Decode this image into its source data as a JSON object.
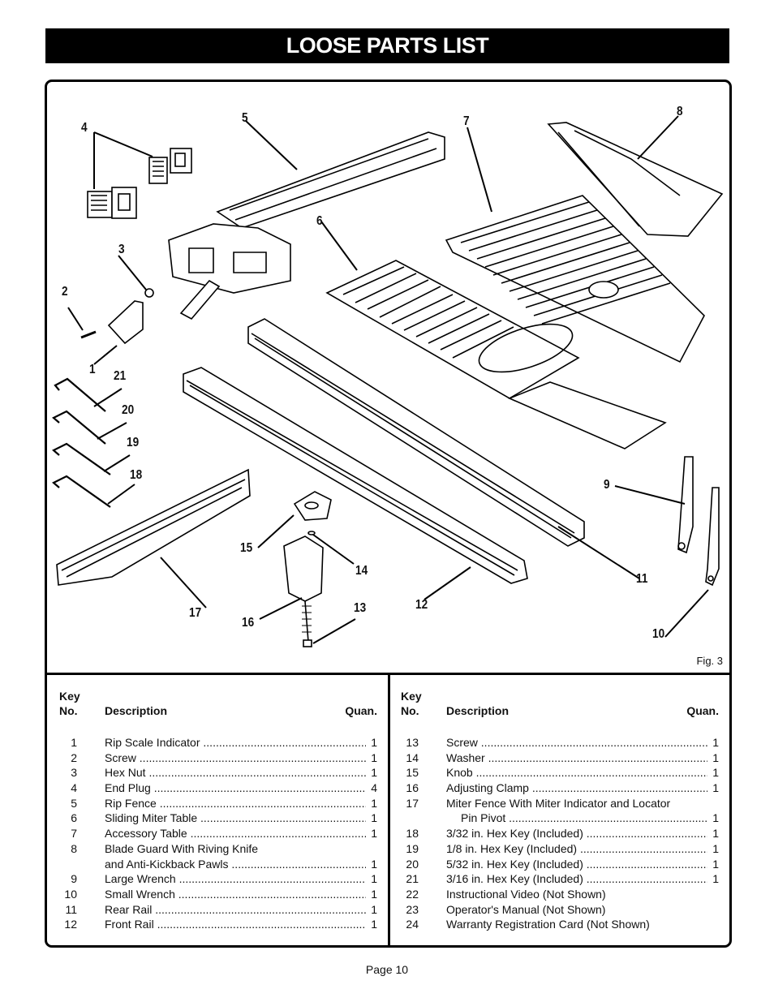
{
  "title": "LOOSE PARTS LIST",
  "figure_caption": "Fig. 3",
  "callouts": {
    "c1": "1",
    "c2": "2",
    "c3": "3",
    "c4": "4",
    "c5": "5",
    "c6": "6",
    "c7": "7",
    "c8": "8",
    "c9": "9",
    "c10": "10",
    "c11": "11",
    "c12": "12",
    "c13": "13",
    "c14": "14",
    "c15": "15",
    "c16": "16",
    "c17": "17",
    "c18": "18",
    "c19": "19",
    "c20": "20",
    "c21": "21"
  },
  "table_headers": {
    "key_line1": "Key",
    "key_line2": "No.",
    "description": "Description",
    "quantity": "Quan."
  },
  "left_rows": [
    {
      "key": "1",
      "desc": "Rip Scale Indicator",
      "qty": "1"
    },
    {
      "key": "2",
      "desc": "Screw",
      "qty": "1"
    },
    {
      "key": "3",
      "desc": "Hex Nut",
      "qty": "1"
    },
    {
      "key": "4",
      "desc": "End Plug",
      "qty": "4"
    },
    {
      "key": "5",
      "desc": "Rip Fence",
      "qty": "1"
    },
    {
      "key": "6",
      "desc": "Sliding Miter Table",
      "qty": "1"
    },
    {
      "key": "7",
      "desc": "Accessory Table",
      "qty": "1"
    },
    {
      "key": "8",
      "desc": "Blade Guard With Riving Knife",
      "qty": ""
    },
    {
      "key": "",
      "desc": "and Anti-Kickback Pawls",
      "qty": "1"
    },
    {
      "key": "9",
      "desc": "Large Wrench",
      "qty": "1"
    },
    {
      "key": "10",
      "desc": "Small Wrench",
      "qty": "1"
    },
    {
      "key": "11",
      "desc": "Rear Rail",
      "qty": "1"
    },
    {
      "key": "12",
      "desc": "Front Rail",
      "qty": "1"
    }
  ],
  "right_rows": [
    {
      "key": "13",
      "desc": "Screw",
      "qty": "1"
    },
    {
      "key": "14",
      "desc": "Washer",
      "qty": "1"
    },
    {
      "key": "15",
      "desc": "Knob",
      "qty": "1"
    },
    {
      "key": "16",
      "desc": "Adjusting Clamp",
      "qty": "1"
    },
    {
      "key": "17",
      "desc": "Miter Fence With Miter Indicator and Locator",
      "qty": ""
    },
    {
      "key": "",
      "desc": "Pin Pivot",
      "qty": "1"
    },
    {
      "key": "18",
      "desc": "3/32 in. Hex Key (Included)",
      "qty": "1"
    },
    {
      "key": "19",
      "desc": "1/8 in. Hex Key (Included)",
      "qty": "1"
    },
    {
      "key": "20",
      "desc": "5/32 in. Hex Key (Included)",
      "qty": "1"
    },
    {
      "key": "21",
      "desc": "3/16 in. Hex Key (Included)",
      "qty": "1"
    },
    {
      "key": "22",
      "desc": "Instructional Video (Not Shown)",
      "qty": ""
    },
    {
      "key": "23",
      "desc": "Operator's Manual (Not Shown)",
      "qty": ""
    },
    {
      "key": "24",
      "desc": "Warranty Registration Card (Not Shown)",
      "qty": ""
    }
  ],
  "page_number": "Page 10"
}
